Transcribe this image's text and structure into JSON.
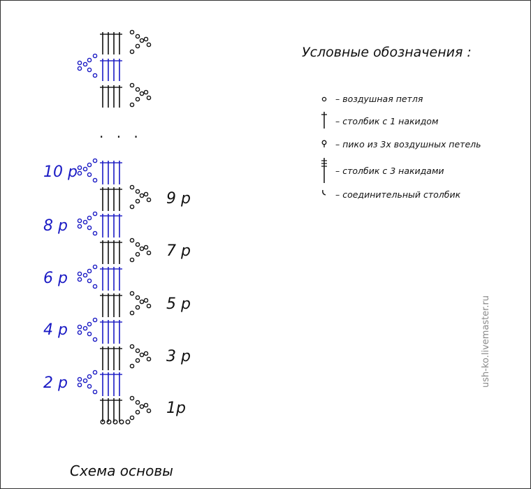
{
  "legend": {
    "title": "Условные обозначения :",
    "items": [
      {
        "icon": "chain-stitch-icon",
        "text": "– воздушная петля"
      },
      {
        "icon": "double-crochet-icon",
        "text": "– столбик с 1 накидом"
      },
      {
        "icon": "picot-icon",
        "text": "– пико из 3х воздушных петель"
      },
      {
        "icon": "triple-treble-icon",
        "text": "– столбик с 3 накидами"
      },
      {
        "icon": "slip-stitch-icon",
        "text": "– соединительный столбик"
      }
    ]
  },
  "row_labels": {
    "blue": [
      "10 р",
      "8 р",
      "6 р",
      "4 р",
      "2 р"
    ],
    "black": [
      "9 р",
      "7 р",
      "5 р",
      "3 р",
      "1р"
    ]
  },
  "ellipsis": ". . .",
  "caption": "Схема основы",
  "watermark": "ush-ko.livemaster.ru",
  "colors": {
    "even_rows": "#1a1ac4",
    "odd_rows": "#111111"
  }
}
